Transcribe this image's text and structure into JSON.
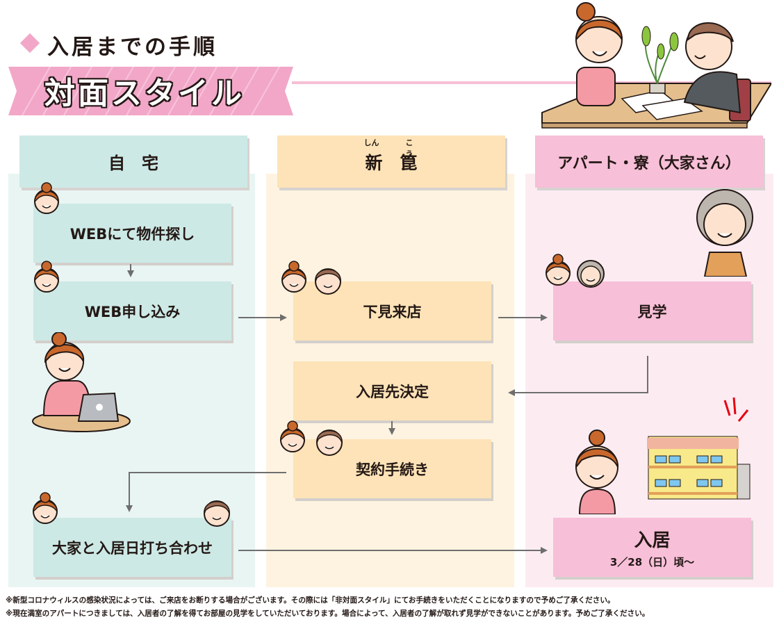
{
  "header": {
    "title": "入居までの手順",
    "style_label": "対面スタイル"
  },
  "columns": {
    "home": "自　宅",
    "agent": "新　箟",
    "agent_ruby_1": "しん",
    "agent_ruby_2": "こう",
    "apartment": "アパート・寮（大家さん）"
  },
  "steps": {
    "web_search": "WEBにて物件探し",
    "web_apply": "WEB申し込み",
    "store_visit": "下見来店",
    "viewing": "見学",
    "decision": "入居先決定",
    "contract": "契約手続き",
    "move_date_meeting": "大家と入居日打ち合わせ",
    "move_in": "入居",
    "move_in_date": "3／28（日）頃～"
  },
  "notes": [
    "※新型コロナウィルスの感染状況によっては、ご来店をお断りする場合がございます。その際には「非対面スタイル」にてお手続きをいただくことになりますので予めご了承ください。",
    "※現在満室のアパートにつきましては、入居者の了解を得てお部屋の見学をしていただいております。場合によって、入居者の了解が取れず見学ができないことがあります。予めご了承ください。"
  ],
  "colors": {
    "teal": "#cde9e5",
    "sand": "#fde3b7",
    "pink": "#f7bfd8",
    "banner_pink": "#f2a7c8",
    "arrow": "#6e6e6e"
  },
  "icons": [
    "woman-avatar-icon",
    "man-avatar-icon",
    "elderly-woman-icon",
    "laptop-icon",
    "apartment-building-icon",
    "meeting-table-illustration"
  ]
}
